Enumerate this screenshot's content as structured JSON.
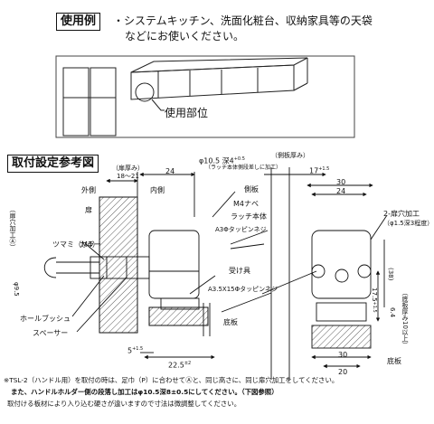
{
  "usage": {
    "label": "使用例",
    "line1": "・システムキッチン、洗面化粧台、収納家具等の天袋",
    "line2": "などにお使いください。",
    "callout": "使用部位"
  },
  "install": {
    "label": "取付設定参考図"
  },
  "labels": {
    "tobira_atsumi": "（扉厚み）",
    "dim_18_21": "18～21",
    "dim_24_top": "24",
    "hole": "φ10.5 深4",
    "hole_tol": "+0.5",
    "hole_note": "（ラッチ本体側段差しに加工）",
    "gawaita_atsumi": "（側板厚み）",
    "dim_17": "17",
    "dim_17_tol": "+1.5",
    "gaiita": "外側",
    "uchigawa": "内側",
    "tobira": "扉",
    "gawaita": "側板",
    "m4_nut": "M4ナベ",
    "latch_body": "ラッチ本体",
    "a3_tapping": "A3Φタッピンネジ",
    "ukegu": "受け具",
    "a35_tapping": "A3.5X15Φタッピンネジ",
    "tsumami": "ツマミ（M4）",
    "collar": "カラー",
    "hole_bushing": "ホールブッシュ",
    "spacer": "スペーサー",
    "soko_ita_left": "底板",
    "soko_ita_right": "底板",
    "phi95": "φ9.5",
    "tobira_ana": "（扉穴加工Ⓐ）",
    "dim_5": "5",
    "dim_5_tol": "+1.5",
    "dim_225": "22.5",
    "dim_225_tol": "±2",
    "dim_24_bottom": "24",
    "dim_30_top": "30",
    "dim_24_right": "24",
    "two_holes": "2-扉穴加工",
    "two_holes_sub": "（φ1.5深3程度）",
    "dim_38": "(38)",
    "dim_175": "17.5",
    "dim_175_tol": "+1.5",
    "dim_64": "6.4",
    "dim_30_bottom": "30",
    "dim_20": "20",
    "soko_ue": "（底板厚み10以上）"
  },
  "footer": {
    "line1": "※TSL-2（ハンドル用）を取付の時は、足巾（P）に合わせてⒶと、同じ高さに、同じ扉穴加工をしてください。",
    "line2": "また、ハンドルホルダー側の段落し加工はφ10.5深8±0.5にしてください。（下図参照）",
    "line3": "取付ける板材により入り込む硬さが違いますので寸法は微調整してください。"
  }
}
